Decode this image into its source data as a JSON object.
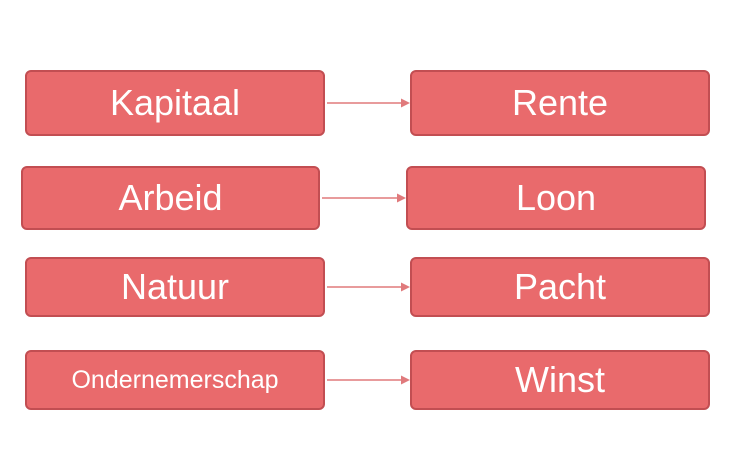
{
  "colors": {
    "box_fill": "#e96a6c",
    "box_border": "#c24e52",
    "arrow": "#e07a7c",
    "text": "#ffffff",
    "background": "#ffffff"
  },
  "rows": [
    {
      "factor": "Kapitaal",
      "reward": "Rente"
    },
    {
      "factor": "Arbeid",
      "reward": "Loon"
    },
    {
      "factor": "Natuur",
      "reward": "Pacht"
    },
    {
      "factor": "Ondernemerschap",
      "reward": "Winst"
    }
  ]
}
